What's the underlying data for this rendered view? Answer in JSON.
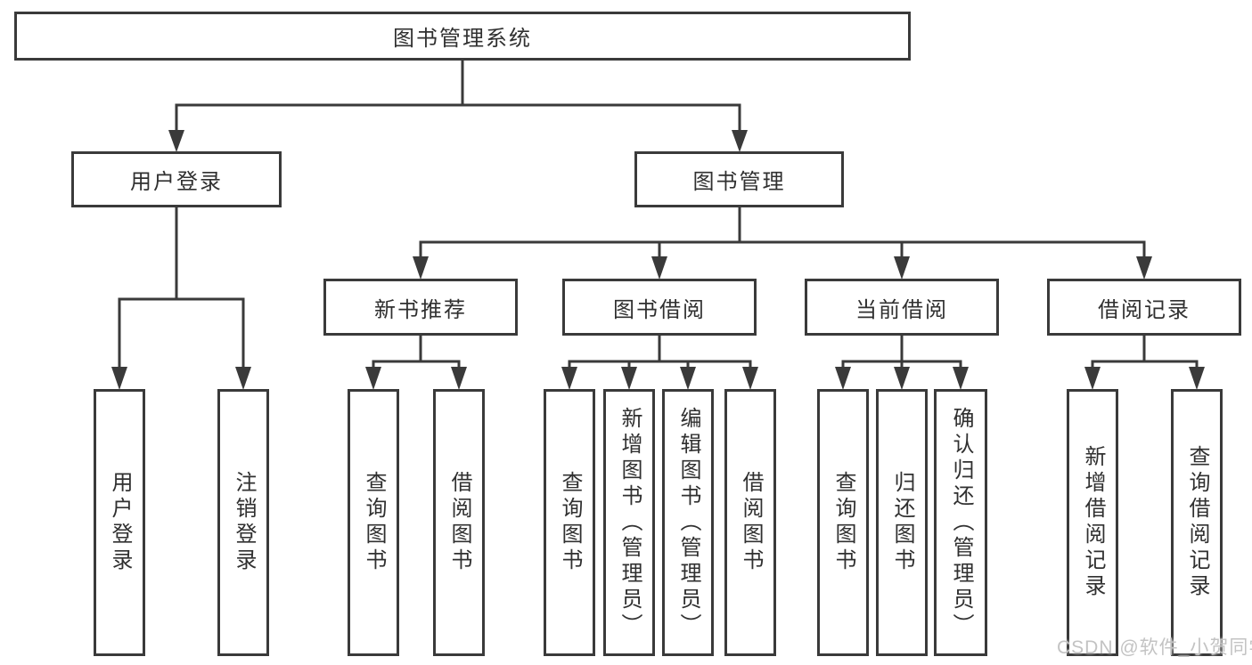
{
  "diagram_type": "functional-structure-tree",
  "colors": {
    "line": "#3a3a3a",
    "box_border": "#3a3a3a",
    "text": "#303030",
    "background": "#ffffff",
    "watermark": "#c3c3c3"
  },
  "tree": {
    "root": {
      "label": "图书管理系统",
      "children": [
        {
          "label": "用户登录",
          "children": [
            {
              "label": "用户登录"
            },
            {
              "label": "注销登录"
            }
          ]
        },
        {
          "label": "图书管理",
          "children": [
            {
              "label": "新书推荐",
              "children": [
                {
                  "label": "查询图书"
                },
                {
                  "label": "借阅图书"
                }
              ]
            },
            {
              "label": "图书借阅",
              "children": [
                {
                  "label": "查询图书"
                },
                {
                  "label": "新增图书（管理员）"
                },
                {
                  "label": "编辑图书（管理员）"
                },
                {
                  "label": "借阅图书"
                }
              ]
            },
            {
              "label": "当前借阅",
              "children": [
                {
                  "label": "查询图书"
                },
                {
                  "label": "归还图书"
                },
                {
                  "label": "确认归还（管理员）"
                }
              ]
            },
            {
              "label": "借阅记录",
              "children": [
                {
                  "label": "新增借阅记录"
                },
                {
                  "label": "查询借阅记录"
                }
              ]
            }
          ]
        }
      ]
    }
  },
  "watermark": {
    "text": "CSDN @软件_小贺同学"
  }
}
